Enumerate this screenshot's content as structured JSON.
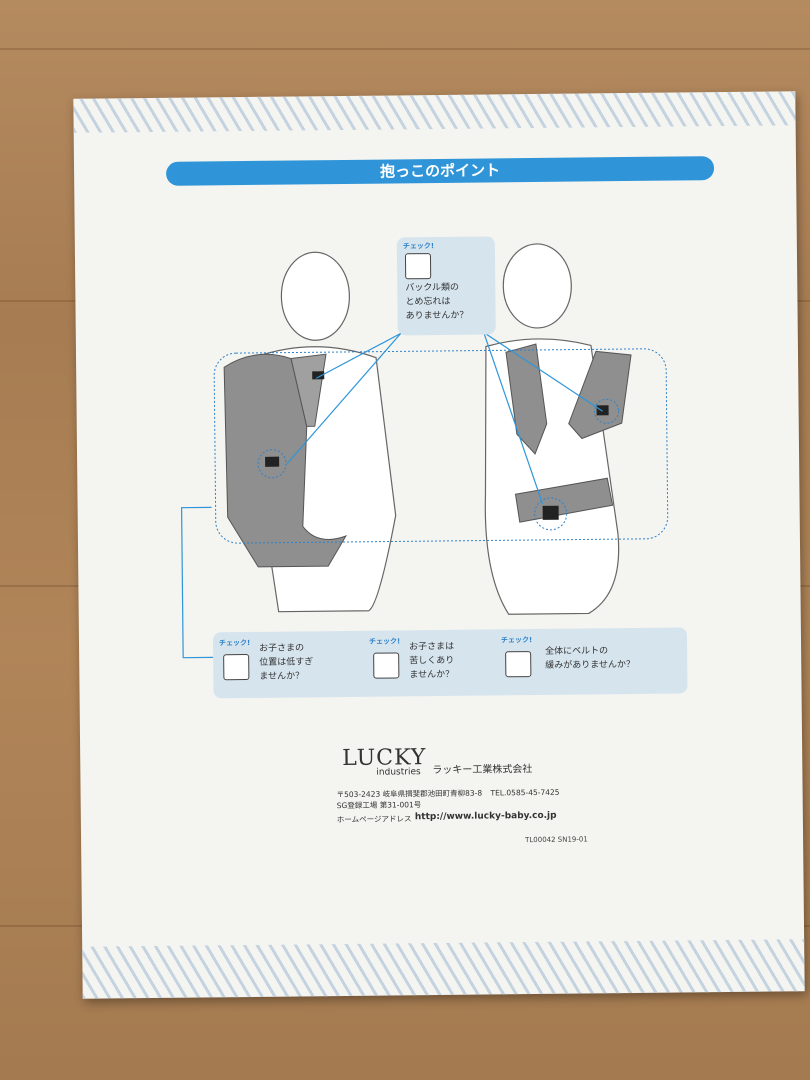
{
  "title": "抱っこのポイント",
  "check_label": "チェック!",
  "checks_top": {
    "lines": [
      "バックル類の",
      "とめ忘れは",
      "ありませんか？"
    ]
  },
  "checks_bottom": [
    {
      "lines": [
        "お子さまの",
        "位置は低すぎ",
        "ませんか？"
      ]
    },
    {
      "lines": [
        "お子さまは",
        "苦しくあり",
        "ませんか？"
      ]
    },
    {
      "lines": [
        "全体にベルトの",
        "緩みがありませんか？"
      ]
    }
  ],
  "brand": {
    "logo": "LUCKY",
    "logo_sub": "industries",
    "company": "ラッキー工業株式会社"
  },
  "contact": {
    "address": "〒503-2423 岐阜県揖斐郡池田町青柳83-8",
    "tel": "TEL.0585-45-7425",
    "factory": "SG登録工場 第31-001号",
    "homepage_label": "ホームページアドレス",
    "url": "http://www.lucky-baby.co.jp"
  },
  "doc_code": "TL00042  SN19-01",
  "colors": {
    "accent": "#2f95d8",
    "panel": "#d6e4ee"
  }
}
